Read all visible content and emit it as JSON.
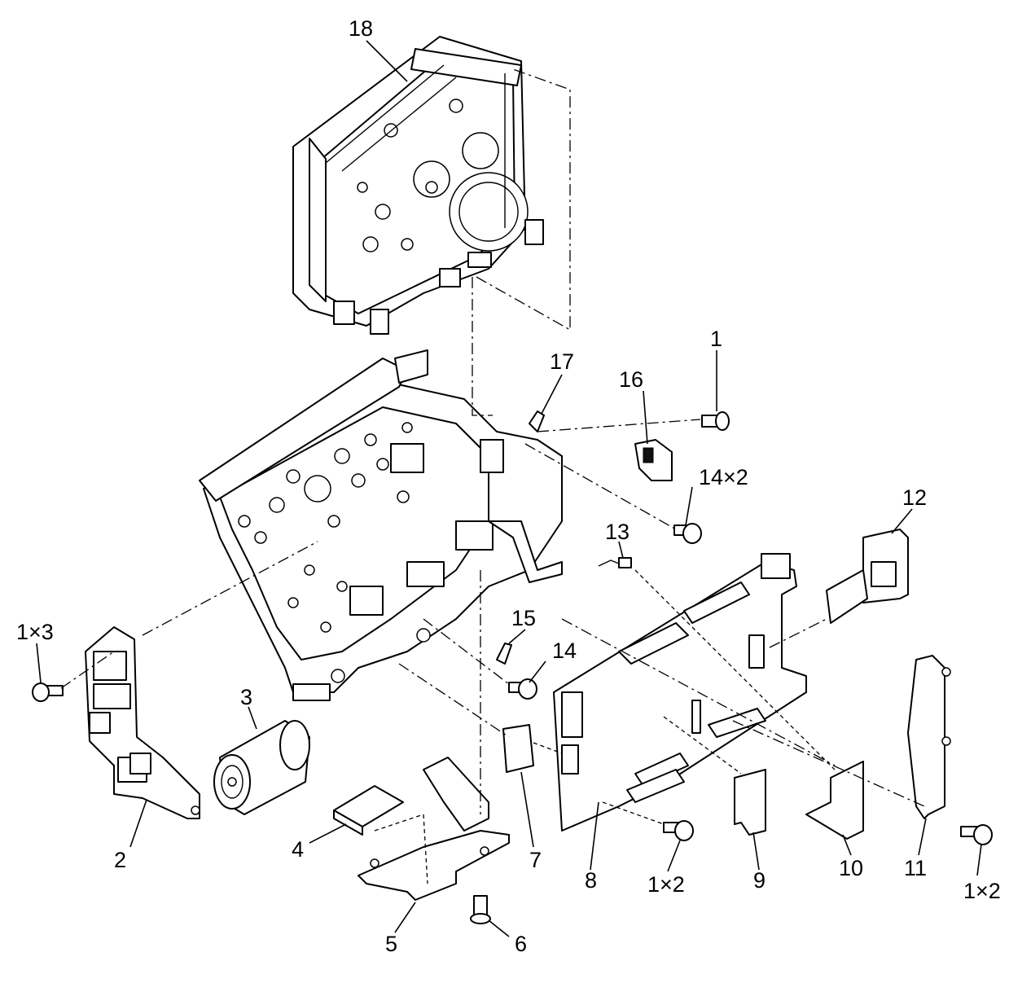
{
  "callouts": {
    "c1": "1",
    "c1x3": "1×3",
    "c1x2_a": "1×2",
    "c1x2_b": "1×2",
    "c2": "2",
    "c3": "3",
    "c4": "4",
    "c5": "5",
    "c6": "6",
    "c7": "7",
    "c8": "8",
    "c9": "9",
    "c10": "10",
    "c11": "11",
    "c12": "12",
    "c13": "13",
    "c14": "14",
    "c14x2": "14×2",
    "c15": "15",
    "c16": "16",
    "c17": "17",
    "c18": "18"
  }
}
